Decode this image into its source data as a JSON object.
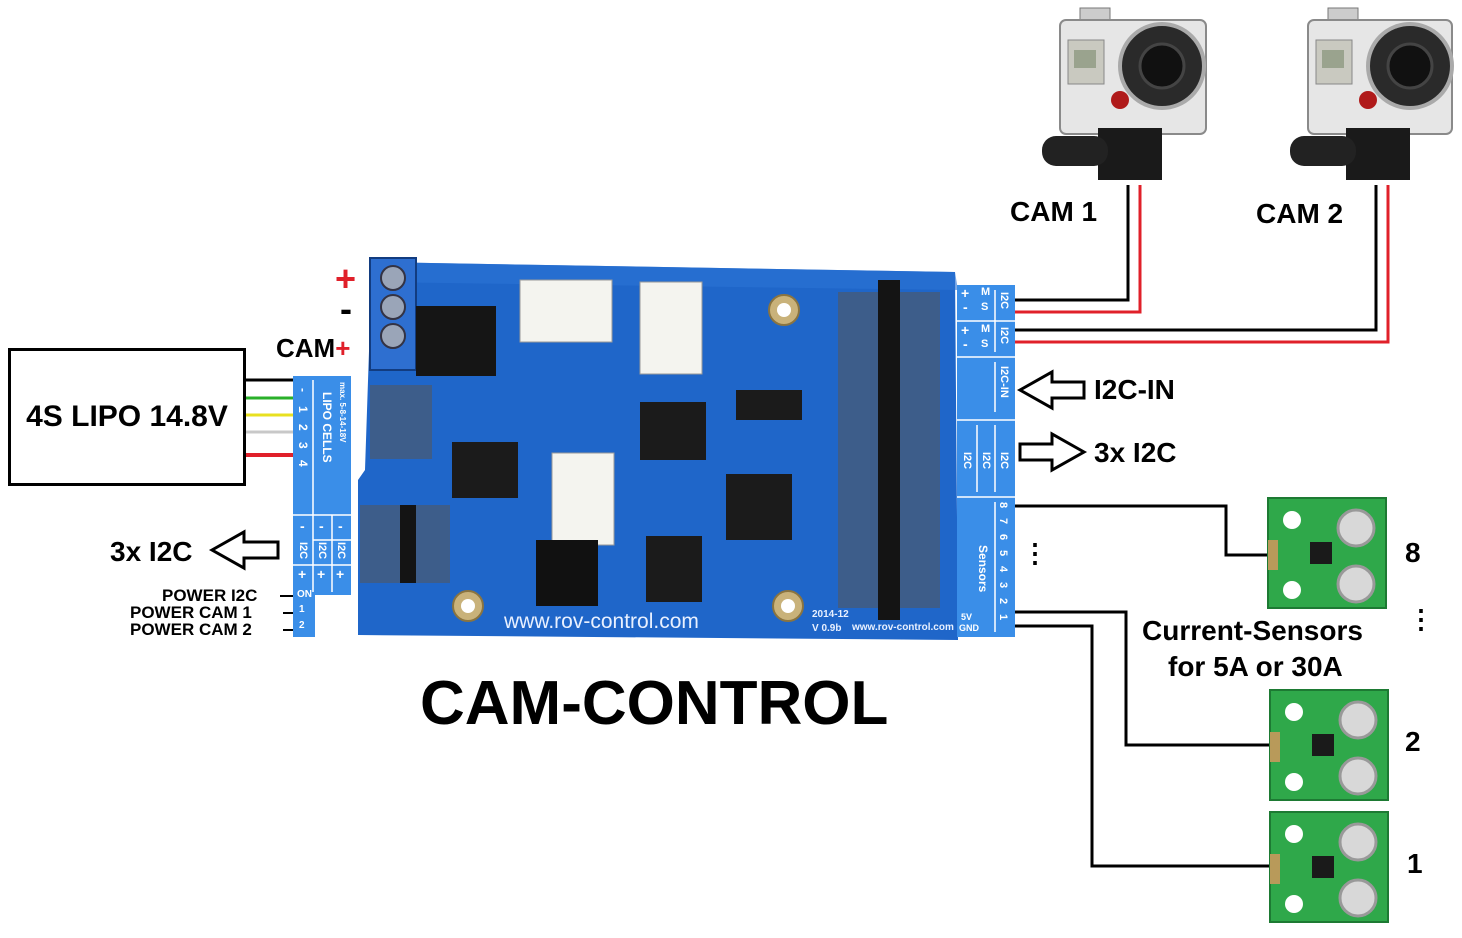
{
  "battery": {
    "label": "4S LIPO 14.8V"
  },
  "cam_plus": {
    "prefix": "CAM",
    "plus": "+"
  },
  "terminal": {
    "plus": "+",
    "minus": "-"
  },
  "title": "CAM-CONTROL",
  "board": {
    "url": "www.rov-control.com",
    "url_small": "www.rov-control.com",
    "version": "V 0.9b",
    "date": "2014-12"
  },
  "lipo_header": {
    "caption": "LIPO CELLS",
    "rating": "max. 5-8-14-18V",
    "pins": [
      "-",
      "1",
      "2",
      "3",
      "4"
    ]
  },
  "left_i2c_header": {
    "labels": [
      "I2C",
      "I2C",
      "I2C"
    ],
    "signs_minus": [
      "-",
      "-",
      "-"
    ],
    "signs_plus": [
      "+",
      "+",
      "+"
    ]
  },
  "on_header": {
    "caption": "ON",
    "pins": [
      "1",
      "2"
    ]
  },
  "left_labels": {
    "i2c_out": "3x I2C",
    "power_i2c": "POWER I2C",
    "power_cam1": "POWER CAM 1",
    "power_cam2": "POWER CAM 2"
  },
  "right_labels": {
    "i2c_in": "I2C-IN",
    "i2c_out": "3x I2C",
    "current_sensors_line1": "Current-Sensors",
    "current_sensors_line2": "for 5A or 30A",
    "ellipsis": "⋮"
  },
  "cameras": [
    {
      "label": "CAM 1"
    },
    {
      "label": "CAM 2"
    }
  ],
  "right_header": {
    "cam_pins": [
      "+",
      "-",
      "M",
      "S",
      "I2C"
    ],
    "i2c_in": "I2C-IN",
    "i2c_label": "I2C",
    "sensor_caption": "Sensors",
    "sensor_pins": [
      "1",
      "2",
      "3",
      "4",
      "5",
      "6",
      "7",
      "8"
    ],
    "power_pins": [
      "5V",
      "GND"
    ]
  },
  "sensors": [
    {
      "number": "8"
    },
    {
      "number": "2"
    },
    {
      "number": "1"
    }
  ],
  "colors": {
    "board_blue": "#1f66c9",
    "header_blue": "#3a8ee8",
    "sensor_green": "#2fa84a",
    "wire_red": "#e0202a",
    "wire_yellow": "#e8e020",
    "wire_green": "#2ab02a",
    "wire_black": "#000000"
  }
}
